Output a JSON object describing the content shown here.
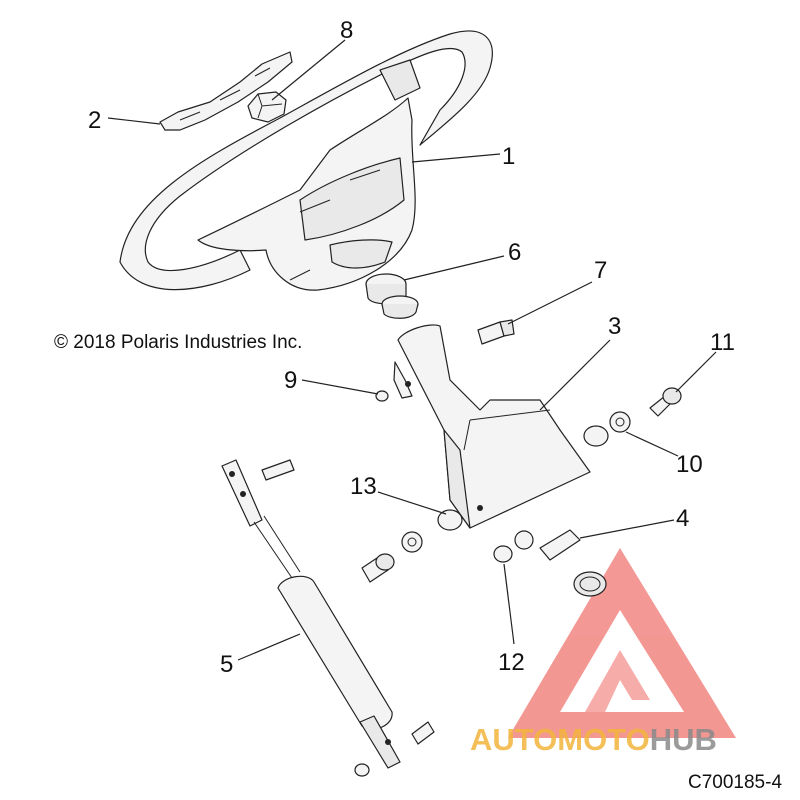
{
  "copyright": "© 2018 Polaris Industries Inc.",
  "figure_code": "C700185-4",
  "watermark": {
    "brand_first": "AUTOMOTO",
    "brand_second": "HUB",
    "color_first": "#f3b53c",
    "color_second": "#8a8a8a",
    "logo_color": "#e8312a"
  },
  "callouts": [
    "1",
    "2",
    "3",
    "4",
    "5",
    "6",
    "7",
    "8",
    "9",
    "10",
    "11",
    "12",
    "13"
  ]
}
